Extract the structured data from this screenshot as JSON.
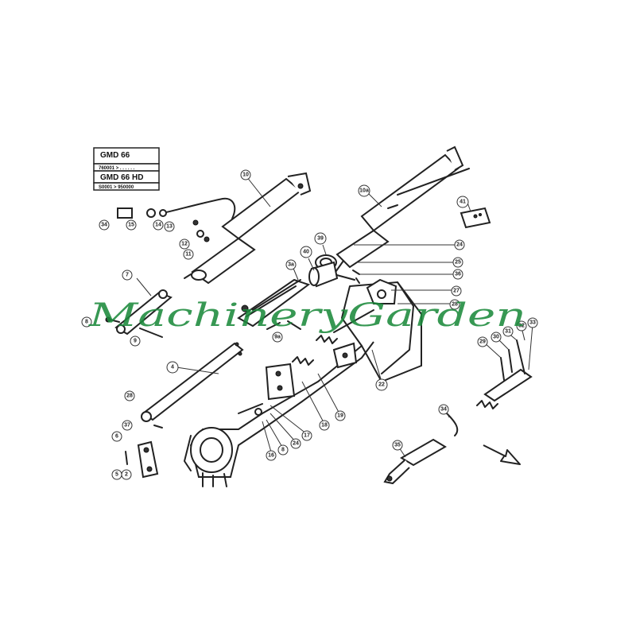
{
  "models": [
    {
      "name": "GMD 66",
      "serial": "760001 > . . . . . ."
    },
    {
      "name": "GMD 66 HD",
      "serial": "S0001 > 950000"
    }
  ],
  "watermark": "MachineryGarden",
  "callouts": {
    "c34": "34",
    "c15": "15",
    "c14": "14",
    "c13": "13",
    "c12": "12",
    "c11": "11",
    "c10": "10",
    "c10a": "10a",
    "c41": "41",
    "c39": "39",
    "c40": "40",
    "c9a": "9a",
    "c3a": "3a",
    "c7": "7",
    "c8": "8",
    "c9": "9",
    "c4": "4",
    "c28": "28",
    "c37": "37",
    "c6": "6",
    "c5": "5",
    "c2": "2",
    "c24": "24",
    "c25": "25",
    "c36": "36",
    "c27": "27",
    "c28b": "28",
    "c22": "22",
    "c18": "18",
    "c19": "19",
    "c17": "17",
    "c24b": "24",
    "c8b": "8",
    "c16": "16",
    "c29": "29",
    "c30": "30",
    "c31": "31",
    "c32": "32",
    "c33": "33",
    "c34b": "34",
    "c35": "35"
  }
}
